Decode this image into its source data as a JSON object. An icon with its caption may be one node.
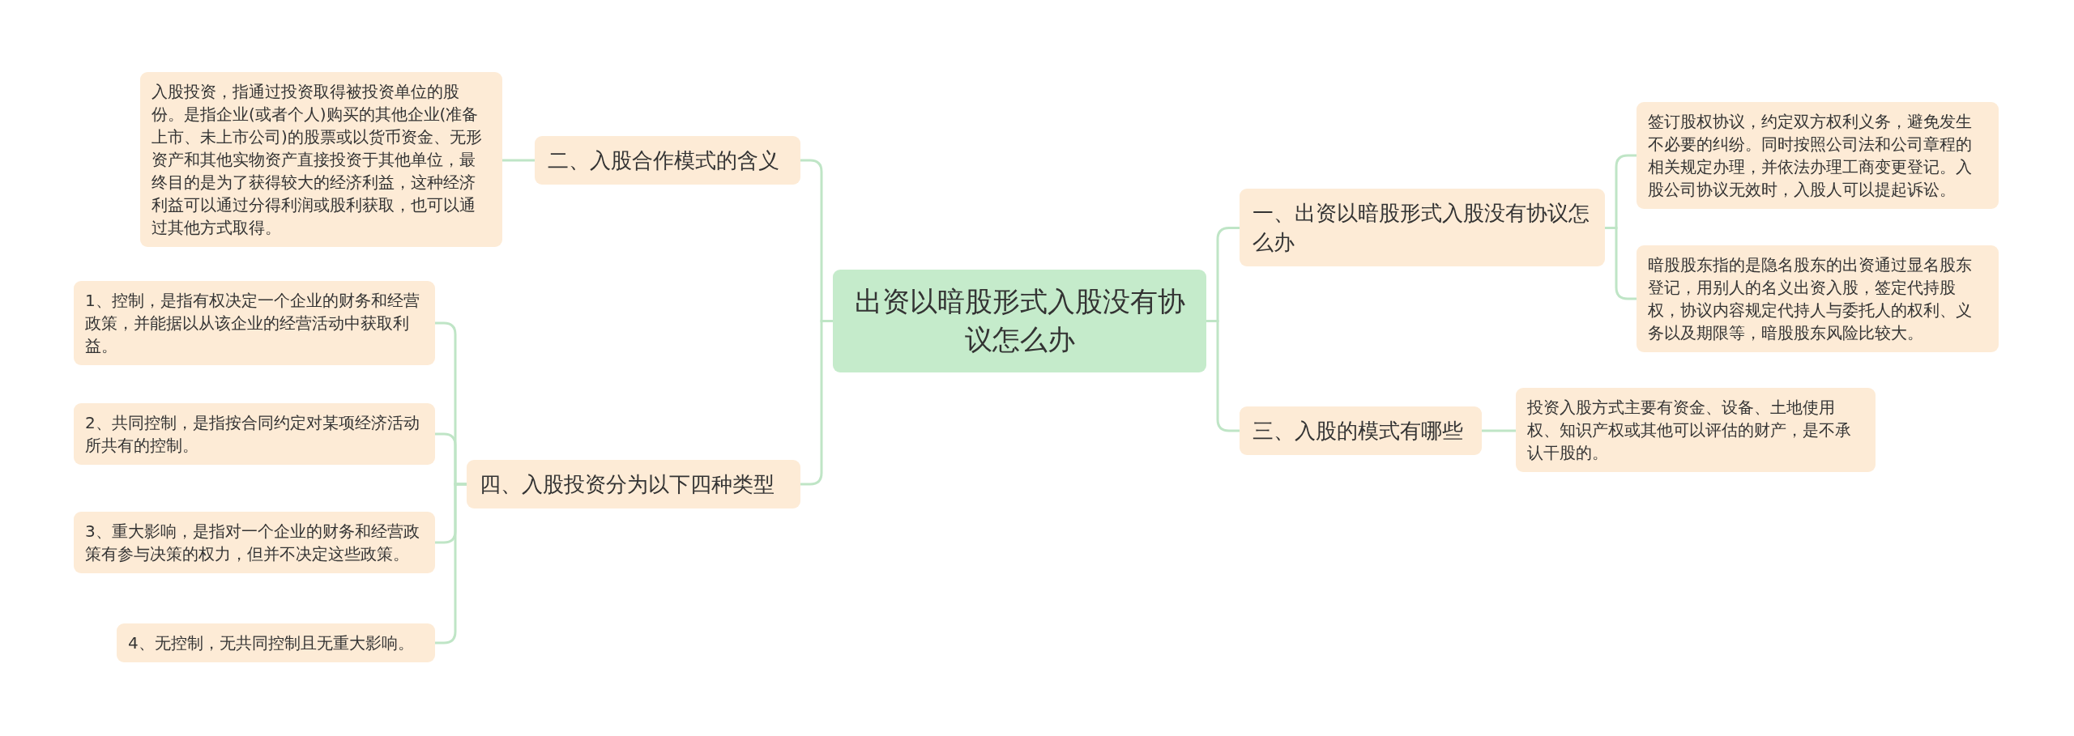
{
  "diagram": {
    "nodes": [
      {
        "text": [
          "出资以暗股形式入股没有协议怎么办"
        ]
      },
      {
        "text": [
          "一、出资以暗股形式入股没有协议怎么办"
        ]
      },
      {
        "text": [
          "签订股权协议，约定双方权利义务，避免发生不必要的纠纷。同时按照公司法和公司章程的相关规定办理，并依法办理工商变更登记。入股公司协议无效时，入股人可以提起诉讼。"
        ]
      },
      {
        "text": [
          "暗股股东指的是隐名股东的出资通过显名股东登记，用别人的名义出资入股，签定代持股权，协议内容规定代持人与委托人的权利、义务以及期限等，暗股股东风险比较大。"
        ]
      },
      {
        "text": [
          "三、入股的模式有哪些"
        ]
      },
      {
        "text": [
          "投资入股方式主要有资金、设备、土地使用权、知识产权或其他可以评估的财产，是不承认干股的。"
        ]
      },
      {
        "text": [
          "二、入股合作模式的含义"
        ]
      },
      {
        "text": [
          "入股投资，指通过投资取得被投资单位的股份。是指企业(或者个人)购买的其他企业(准备上市、未上市公司)的股票或以货币资金、无形资产和其他实物资产直接投资于其他单位，最终目的是为了获得较大的经济利益，这种经济利益可以通过分得利润或股利获取，也可以通过其他方式取得。"
        ]
      },
      {
        "text": [
          "四、入股投资分为以下四种类型"
        ]
      },
      {
        "text": [
          "1、控制，是指有权决定一个企业的财务和经营政策，并能据以从该企业的经营活动中获取利益。"
        ]
      },
      {
        "text": [
          "2、共同控制，是指按合同约定对某项经济活动所共有的控制。"
        ]
      },
      {
        "text": [
          "3、重大影响，是指对一个企业的财务和经营政策有参与决策的权力，但并不决定这些政策。"
        ]
      },
      {
        "text": [
          "4、无控制，无共同控制且无重大影响。"
        ]
      }
    ],
    "edges": [
      {
        "from": 0,
        "to": 1,
        "arrow": "none"
      },
      {
        "from": 1,
        "to": 2,
        "arrow": "none"
      },
      {
        "from": 1,
        "to": 3,
        "arrow": "none"
      },
      {
        "from": 0,
        "to": 4,
        "arrow": "none"
      },
      {
        "from": 4,
        "to": 5,
        "arrow": "none"
      },
      {
        "from": 0,
        "to": 6,
        "arrow": "none"
      },
      {
        "from": 6,
        "to": 7,
        "arrow": "none"
      },
      {
        "from": 0,
        "to": 8,
        "arrow": "none"
      },
      {
        "from": 8,
        "to": 9,
        "arrow": "none"
      },
      {
        "from": 8,
        "to": 10,
        "arrow": "none"
      },
      {
        "from": 8,
        "to": 11,
        "arrow": "none"
      },
      {
        "from": 8,
        "to": 12,
        "arrow": "none"
      }
    ]
  }
}
